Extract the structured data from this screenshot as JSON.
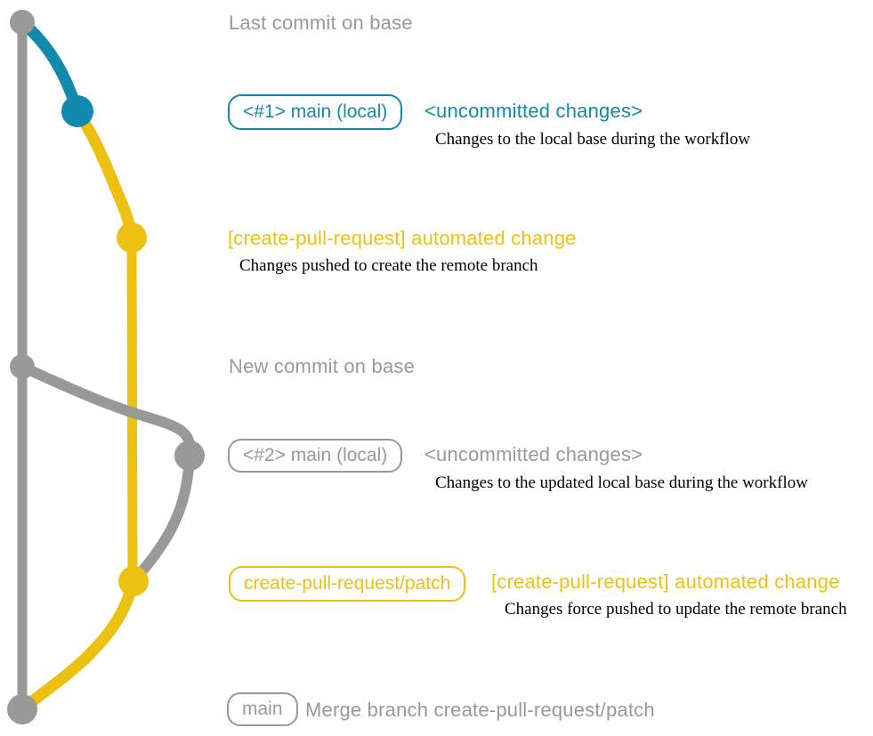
{
  "colors": {
    "gray": "#999999",
    "blue": "#1489ae",
    "yellow": "#edc111",
    "caption_black": "#000000"
  },
  "labels": {
    "last_commit": "Last commit on base",
    "new_commit": "New commit on base"
  },
  "rows": {
    "row1": {
      "badge": "<#1> main (local)",
      "heading": "<uncommitted changes>",
      "caption": "Changes to the local base during the workflow"
    },
    "row2": {
      "heading": "[create-pull-request] automated change",
      "caption": "Changes pushed to create the remote branch"
    },
    "row3": {
      "badge": "<#2> main (local)",
      "heading": "<uncommitted changes>",
      "caption": "Changes to the updated local base during the workflow"
    },
    "row4": {
      "badge": "create-pull-request/patch",
      "heading": "[create-pull-request] automated change",
      "caption": "Changes force pushed to update the remote branch"
    },
    "row5": {
      "badge": "main",
      "text": "Merge branch create-pull-request/patch"
    }
  },
  "icons": {
    "commit_nodes": "commit-dot",
    "branch_lines": [
      "base-branch",
      "local-main-branch",
      "create-pull-request-patch-branch"
    ]
  }
}
